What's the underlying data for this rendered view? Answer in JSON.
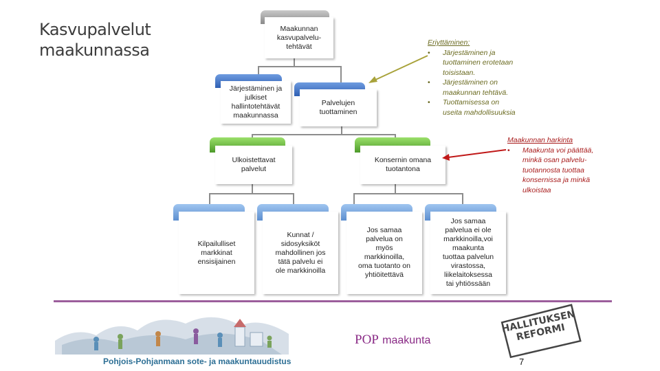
{
  "title": {
    "line1": "Kasvupalvelut",
    "line2": "maakunnassa"
  },
  "boxes": {
    "root": "Maakunnan\nkasvupalvelu-\ntehtävät",
    "governance": "Järjestäminen ja\njulkiset\nhallintotehtävät\nmaakunnassa",
    "production": "Palvelujen\ntuottaminen",
    "outsourced": "Ulkoistettavat\npalvelut",
    "group": "Konsernin omana\ntuotantona",
    "competitive": "Kilpailulliset\nmarkkinat\nensisijainen",
    "municipal": "Kunnat /\nsidosyksiköt\nmahdollinen jos\ntätä palvelu ei\nole markkinoilla",
    "same_service": "Jos samaa\npalvelua on\nmyös\nmarkkinoilla,\noma tuotanto on\nyhtiöitettävä",
    "no_market": "Jos samaa\npalvelua ei ole\nmarkkinoilla,voi\nmaakunta\ntuottaa palvelun\nvirastossa,\nliikelaitoksessa\ntai yhtiössään"
  },
  "separation_note": {
    "heading": "Eriyttäminen:",
    "bullets": [
      "Järjestäminen ja\ntuottaminen erotetaan\ntoisistaan.",
      "Järjestäminen on\nmaakunnan tehtävä.",
      "Tuottamisessa on\nuseita mahdollisuuksia"
    ]
  },
  "discretion_note": {
    "heading": "Maakunnan harkinta",
    "bullets": [
      "Maakunta voi päättää,\nminkä osan palvelu-\ntuotannosta tuottaa\nkonsernissa ja minkä\nulkoistaa"
    ]
  },
  "footer": {
    "caption": "Pohjois-Pohjanmaan sote- ja maakuntauudistus",
    "pop_part1": "POP",
    "pop_part2": "maakunta",
    "stamp_line1": "HALLITUKSEN",
    "stamp_line2": "REFORMI",
    "page_number": "7"
  },
  "colors": {
    "olive_arrow": "#a8a23a",
    "red_arrow": "#c01818",
    "divider": "#9c5d9c"
  }
}
